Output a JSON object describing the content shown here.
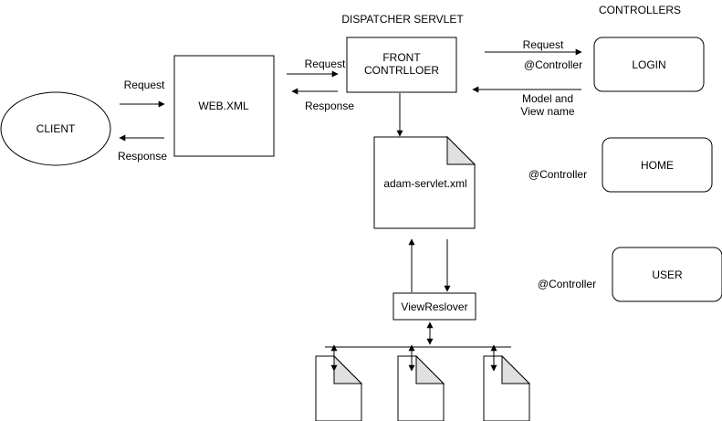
{
  "headings": {
    "dispatcher": "DISPATCHER SERVLET",
    "controllers": "CONTROLLERS"
  },
  "nodes": {
    "client": "CLIENT",
    "web_xml": "WEB.XML",
    "front_line1": "FRONT",
    "front_line2": "CONTRLLOER",
    "login": "LOGIN",
    "home": "HOME",
    "user": "USER",
    "servlet_xml": "adam-servlet.xml",
    "view_resolver": "ViewReslover"
  },
  "labels": {
    "client_request": "Request",
    "client_response": "Response",
    "web_request": "Request",
    "web_response": "Response",
    "ctrl_request": "Request",
    "ctrl_annotation_login": "@Controller",
    "model_line1": "Model and",
    "model_line2": "View name",
    "ctrl_annotation_home": "@Controller",
    "ctrl_annotation_user": "@Controller"
  },
  "colors": {
    "stroke": "#000000",
    "fill": "#ffffff",
    "fold": "#e0e0e0"
  }
}
